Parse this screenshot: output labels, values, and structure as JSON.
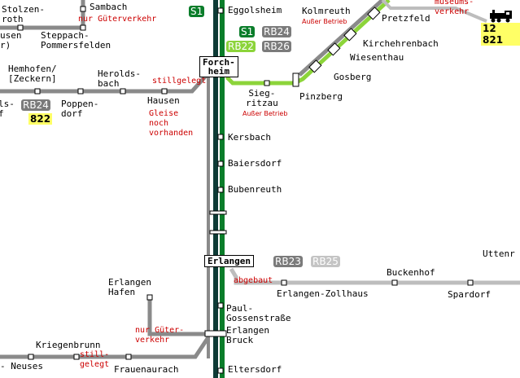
{
  "stations": {
    "stolzenroth": "Stolzen-\nroth",
    "sambach": "Sambach",
    "eggolsheim": "Eggolsheim",
    "kolmreuth": "Kolmreuth",
    "pretzfeld": "Pretzfeld",
    "usen": "usen\nr)",
    "steppach": "Steppach-\nPommersfelden",
    "kirchehrenbach": "Kirchehrenbach",
    "wiesenthau": "Wiesenthau",
    "gosberg": "Gosberg",
    "hemhofen": "Hemhofen/\n[Zeckern]",
    "heroldsbach": "Herolds-\nbach",
    "forchheim": "Forch-\nheim",
    "pinzberg": "Pinzberg",
    "siegritzau": "Sieg-\nritzau",
    "ls": "ls-\nf",
    "poppendorf": "Poppen-\ndorf",
    "hausen": "Hausen",
    "kersbach": "Kersbach",
    "baiersdorf": "Baiersdorf",
    "bubenreuth": "Bubenreuth",
    "uttenr": "Uttenr",
    "erlangen": "Erlangen",
    "buckenhof": "Buckenhof",
    "erlangen_zollhaus": "Erlangen-Zollhaus",
    "spardorf": "Spardorf",
    "erlangen_hafen": "Erlangen\nHafen",
    "paul_gossen": "Paul-\nGossenstraße",
    "erlangen_bruck": "Erlangen\nBruck",
    "kriegenbrunn": "Kriegenbrunn",
    "neuses": "- Neuses",
    "frauenaurach": "Frauenaurach",
    "eltersdorf": "Eltersdorf"
  },
  "notes": {
    "nur_gueterverkehr_top": "nur Güterverkehr",
    "museumsverkehr": "museums-\nverkehr",
    "ausser_betrieb_kolm": "Außer Betrieb",
    "ausser_betrieb_sieg": "Außer Betrieb",
    "stillgelegt_hausen": "stillgelegt",
    "gleise_noch": "Gleise\nnoch\nvorhanden",
    "abgebaut": "abgebaut",
    "nur_gueterverkehr_hafen": "nur Güter-\nverkehr",
    "stillgelegt_bottom": "still-\ngelegt"
  },
  "lines": {
    "s1_top": "S1",
    "s1_mid": "S1",
    "rb24_mid": "RB24",
    "rb22": "RB22",
    "rb26": "RB26",
    "rb24_left": "RB24",
    "rb23": "RB23",
    "rb25": "RB25"
  },
  "kbs": {
    "k822": "822",
    "k12821": "12 821"
  },
  "icons": {
    "train": "steam-locomotive-icon"
  },
  "colors": {
    "main_line": "#0e3b36",
    "s_bahn": "#0a7d2a",
    "rb22_light": "#8cd43a",
    "branch_gray": "#8a8a8a",
    "light_gray": "#bdbdbd",
    "note_red": "#cc0000",
    "kbs_yellow": "#ffff66"
  }
}
